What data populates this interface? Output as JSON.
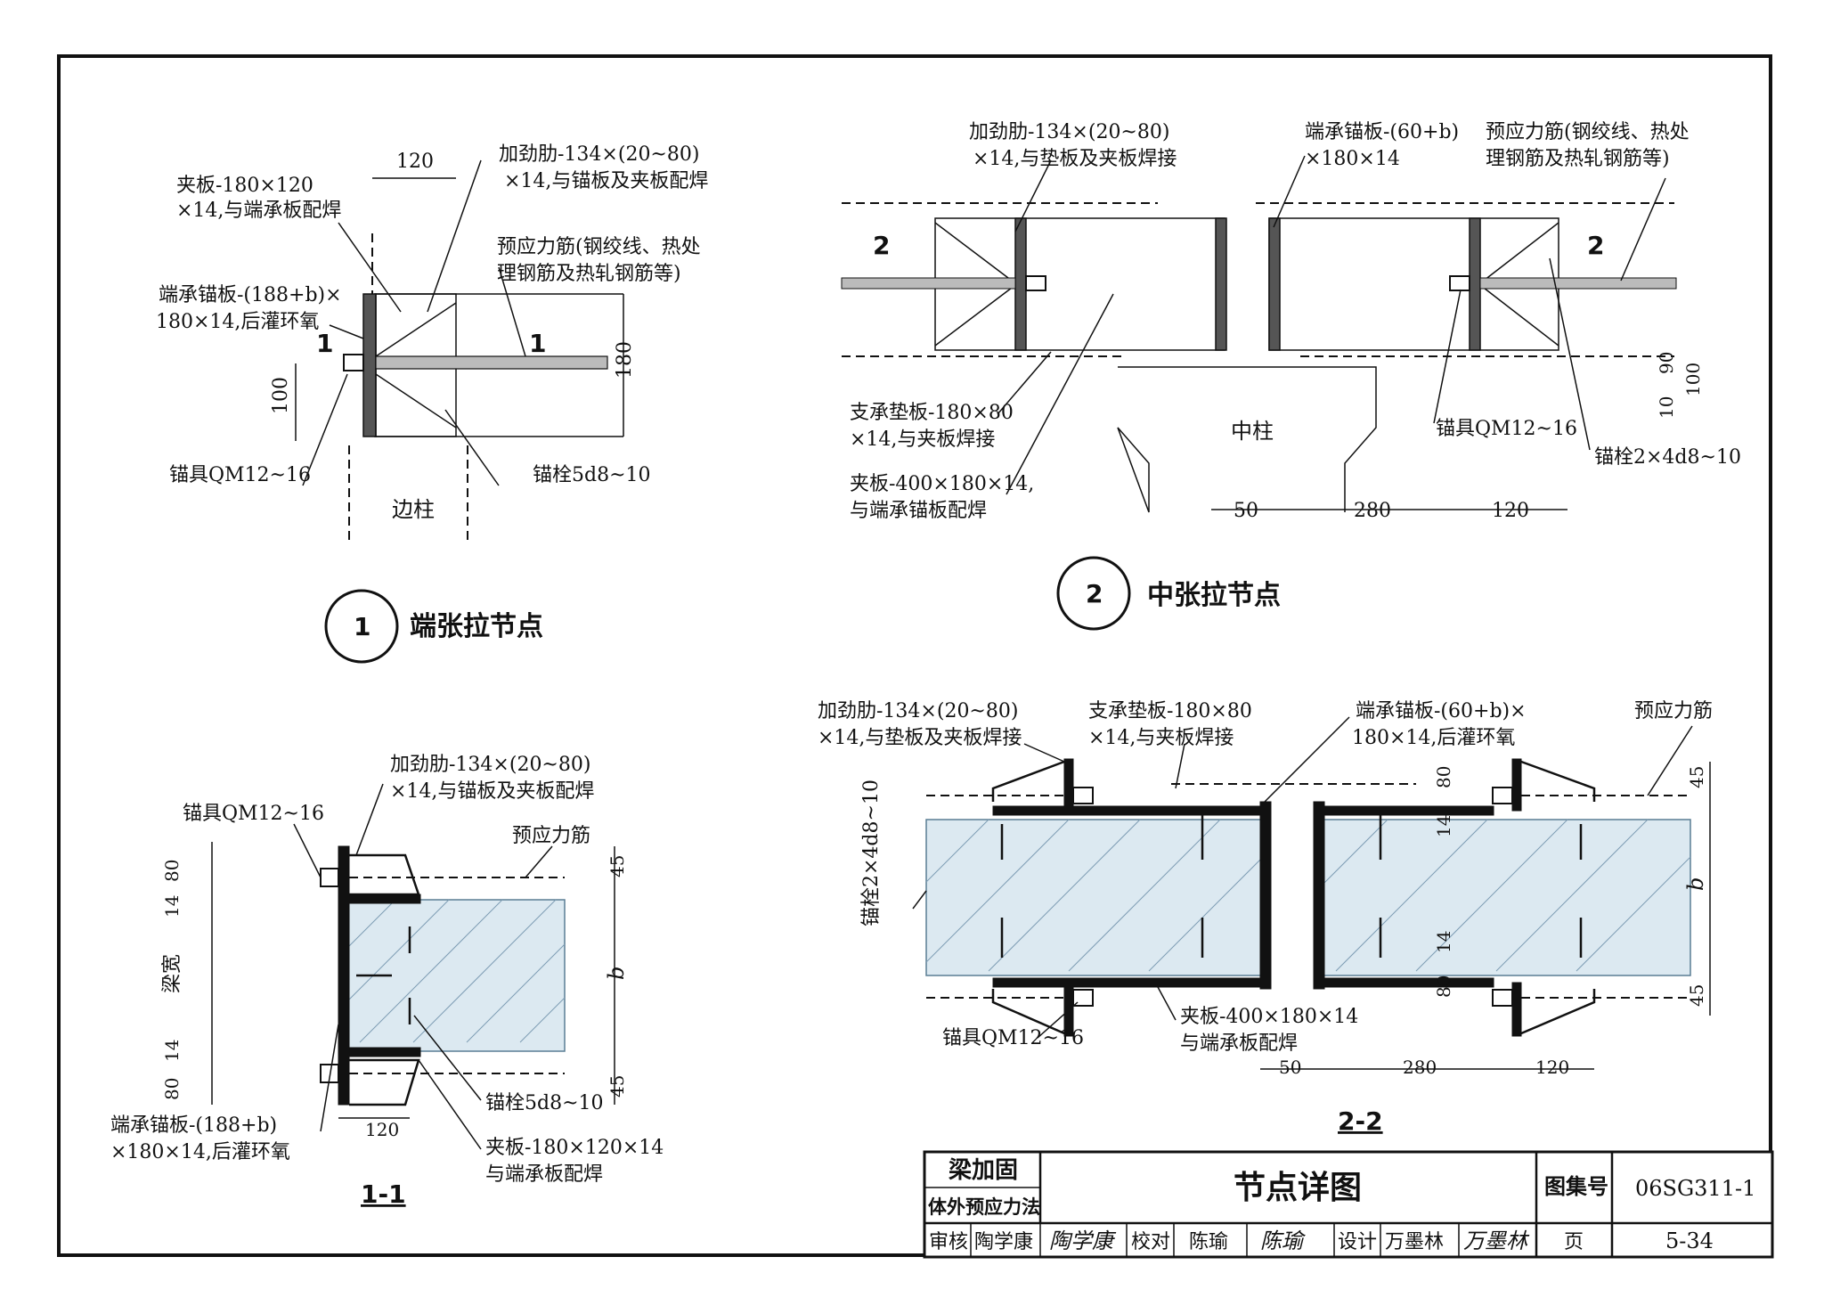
{
  "node1": {
    "labels": {
      "jiaban": "夹板-180×120",
      "jiaban2": "×14,与端承板配焊",
      "dim120": "120",
      "jiajinlei": "加劲肋-134×(20~80)",
      "jiajinlei2": "×14,与锚板及夹板配焊",
      "yingli": "预应力筋(钢绞线、热处",
      "yingli2": "理钢筋及热轧钢筋等)",
      "duanchengmaoban": "端承锚板-(188+b)×",
      "duanchengmaoban2": "180×14,后灌环氧",
      "dim180": "180",
      "dim100": "100",
      "maoju": "锚具QM12~16",
      "maoshuan": "锚栓5d8~10",
      "bianzhu": "边柱",
      "cut": "1"
    },
    "circle_num": "1",
    "title": "端张拉节点"
  },
  "node2": {
    "labels": {
      "jiajinlei": "加劲肋-134×(20~80)",
      "jiajinlei2": "×14,与垫板及夹板焊接",
      "duanchengmaoban": "端承锚板-(60+b)",
      "duanchengmaoban2": "×180×14",
      "yingli": "预应力筋(钢绞线、热处",
      "yingli2": "理钢筋及热轧钢筋等)",
      "cut": "2",
      "zhichengdianban": "支承垫板-180×80",
      "zhichengdianban2": "×14,与夹板焊接",
      "jiaban": "夹板-400×180×14,",
      "jiaban2": "与端承锚板配焊",
      "zhongzhu": "中柱",
      "maoju": "锚具QM12~16",
      "maoshuan": "锚栓2×4d8~10",
      "dim90": "90",
      "dim100": "100",
      "dim10": "10",
      "dim50": "50",
      "dim280": "280",
      "dim120": "120"
    },
    "circle_num": "2",
    "title": "中张拉节点"
  },
  "section11": {
    "labels": {
      "maoju": "锚具QM12~16",
      "jiajinlei": "加劲肋-134×(20~80)",
      "jiajinlei2": "×14,与锚板及夹板配焊",
      "yingli": "预应力筋",
      "d80a": "80",
      "d14a": "14",
      "liangkuan": "梁宽",
      "d14b": "14",
      "d80b": "80",
      "d45a": "45",
      "b": "b",
      "d45b": "45",
      "maoshuan": "锚栓5d8~10",
      "duanchengmaoban": "端承锚板-(188+b)",
      "duanchengmaoban2": "×180×14,后灌环氧",
      "d120": "120",
      "jiaban": "夹板-180×120×14",
      "jiaban2": "与端承板配焊"
    },
    "title": "1-1"
  },
  "section22": {
    "labels": {
      "jiajinlei": "加劲肋-134×(20~80)",
      "jiajinlei2": "×14,与垫板及夹板焊接",
      "zhichengdianban": "支承垫板-180×80",
      "zhichengdianban2": "×14,与夹板焊接",
      "duanchengmaoban": "端承锚板-(60+b)×",
      "duanchengmaoban2": "180×14,后灌环氧",
      "yingli": "预应力筋",
      "maoshuan": "锚栓2×4d8~10",
      "d80a": "80",
      "d14a": "14",
      "d14b": "14",
      "d80b": "80",
      "d45a": "45",
      "b": "b",
      "d45b": "45",
      "maoju": "锚具QM12~16",
      "jiaban": "夹板-400×180×14",
      "jiaban2": "与端承板配焊",
      "d50": "50",
      "d280": "280",
      "d120": "120"
    },
    "title": "2-2"
  },
  "titleblock": {
    "category": "梁加固",
    "method": "体外预应力法",
    "drawing_title": "节点详图",
    "atlas_label": "图集号",
    "atlas_no": "06SG311-1",
    "review_label": "审核",
    "reviewer": "陶学康",
    "reviewer_sig": "陶学康",
    "check_label": "校对",
    "checker": "陈瑜",
    "checker_sig": "陈瑜",
    "design_label": "设计",
    "designer": "万墨林",
    "designer_sig": "万墨林",
    "page_label": "页",
    "page_no": "5-34"
  }
}
